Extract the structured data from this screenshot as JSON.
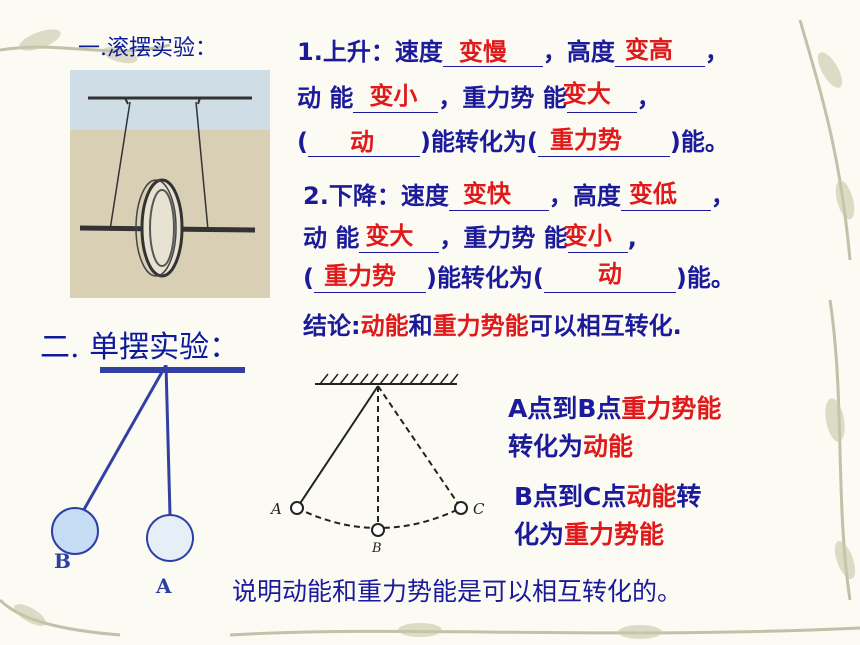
{
  "section1": {
    "title": "一.滚摆实验：",
    "rise": {
      "line1_prefix": "1.上升：速度",
      "speed": "变慢",
      "line1_mid": "，高度",
      "height": "变高",
      "line1_end": "，",
      "line2_prefix": "动 能",
      "ke": "变小",
      "line2_mid": "，重力势 能",
      "pe": "变大",
      "line2_end": "，",
      "line3_open": "(",
      "from": "动",
      "line3_mid": ")能转化为(",
      "to": "重力势",
      "line3_end": ")能。"
    },
    "fall": {
      "line1_prefix": "2.下降：速度",
      "speed": "变快",
      "line1_mid": "，高度",
      "height": "变低",
      "line1_end": "，",
      "line2_prefix": "动 能",
      "ke": "变大",
      "line2_mid": "，重力势 能",
      "pe": "变小",
      "line2_end": ",",
      "line3_open": "(",
      "from": "重力势",
      "line3_mid": ")能转化为(",
      "to": "动",
      "line3_end": ")能。"
    },
    "conclusion": {
      "prefix": "结论:",
      "part1": "动能",
      "and": "和",
      "part2": "重力势能",
      "suffix": "可以相互转化."
    }
  },
  "section2": {
    "title": "二. 单摆实验：",
    "ball_b": "B",
    "ball_a": "A",
    "diagram": {
      "a": "A",
      "b": "B",
      "c": "C"
    },
    "ab": {
      "p1": "A点到B点",
      "p2": "重力势能",
      "p3": "转化为",
      "p4": "动能"
    },
    "bc": {
      "p1": "B点到C点",
      "p2": "动能",
      "p3": "转",
      "p4": "化为",
      "p5": "重力势能"
    },
    "summary": "说明动能和重力势能是可以相互转化的。"
  },
  "colors": {
    "blue_text": "#1a1a9a",
    "red_answer": "#e0191b",
    "ball": "#c7dcf5"
  }
}
